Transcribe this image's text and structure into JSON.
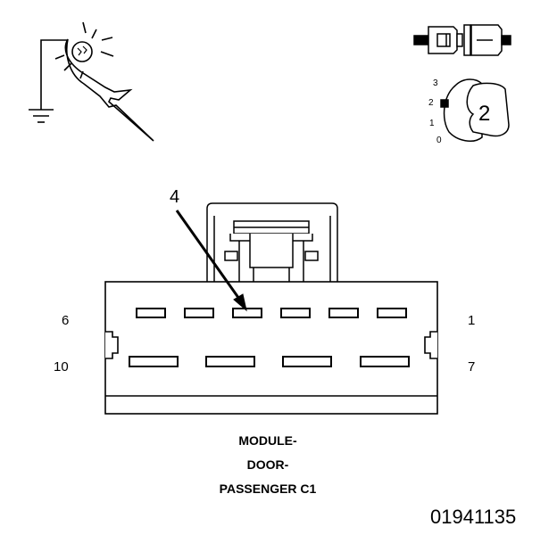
{
  "connector": {
    "pin_top_left": "6",
    "pin_top_right": "1",
    "pin_bottom_left": "10",
    "pin_bottom_right": "7",
    "callout": "4"
  },
  "caption": {
    "line1": "MODULE-",
    "line2": "DOOR-",
    "line3": "PASSENGER C1"
  },
  "document_number": "01941135",
  "icons": {
    "probe_icon": "test-probe-ground-icon",
    "connector_pair_icon": "connector-pair-icon",
    "ignition_icon": "ignition-switch-icon",
    "ignition_positions": [
      "3",
      "2",
      "1",
      "0"
    ],
    "ignition_key_position": "2"
  }
}
